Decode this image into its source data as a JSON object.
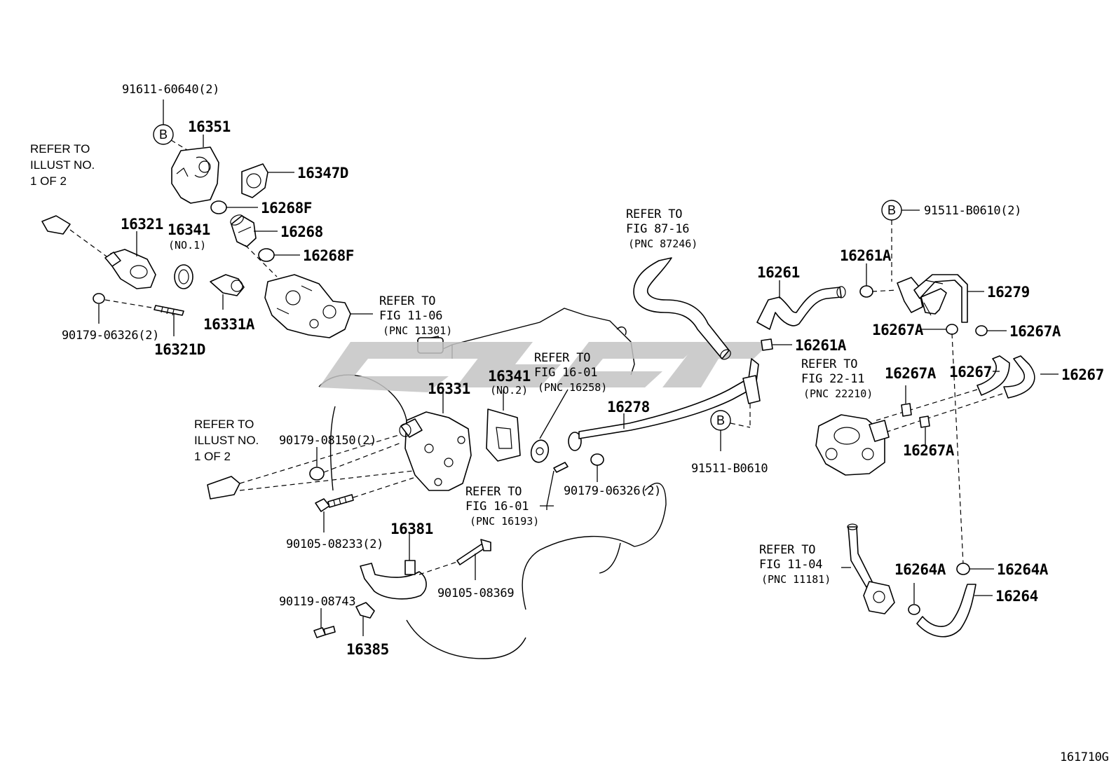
{
  "diagram_id": "161710G",
  "watermark": "",
  "refs": {
    "r1": [
      "REFER TO",
      "ILLUST NO.",
      "1 OF 2"
    ],
    "r2": [
      "REFER TO",
      "ILLUST NO.",
      "1 OF 2"
    ],
    "r3": [
      "REFER TO",
      "FIG 11-06",
      "(PNC 11301)"
    ],
    "r4": [
      "REFER TO",
      "FIG 16-01",
      "(PNC 16258)"
    ],
    "r5": [
      "REFER TO",
      "FIG 16-01",
      "(PNC 16193)"
    ],
    "r6": [
      "REFER TO",
      "FIG 87-16",
      "(PNC 87246)"
    ],
    "r7": [
      "REFER TO",
      "FIG 22-11",
      "(PNC 22210)"
    ],
    "r8": [
      "REFER TO",
      "FIG 11-04",
      "(PNC 11181)"
    ]
  },
  "parts": {
    "p91611": "91611-60640(2)",
    "p16351": "16351",
    "p16347D": "16347D",
    "p16268F_a": "16268F",
    "p16268": "16268",
    "p16268F_b": "16268F",
    "p16321": "16321",
    "p16341_1": "16341",
    "p16341_1s": "(NO.1)",
    "p16331A": "16331A",
    "p90179a": "90179-06326(2)",
    "p16321D": "16321D",
    "p16331": "16331",
    "p16341_2": "16341",
    "p16341_2s": "(NO.2)",
    "p90179b": "90179-08150(2)",
    "p90105a": "90105-08233(2)",
    "p16381": "16381",
    "p90105b": "90105-08369",
    "p90119": "90119-08743",
    "p16385": "16385",
    "p16278": "16278",
    "p90179c": "90179-06326(2)",
    "p91511a": "91511-B0610",
    "p91511b": "91511-B0610(2)",
    "p16261": "16261",
    "p16261A_a": "16261A",
    "p16261A_b": "16261A",
    "p16279": "16279",
    "p16267A_a": "16267A",
    "p16267A_b": "16267A",
    "p16267A_c": "16267A",
    "p16267A_d": "16267A",
    "p16267_a": "16267",
    "p16267_b": "16267",
    "p16264A_a": "16264A",
    "p16264A_b": "16264A",
    "p16264": "16264"
  },
  "badges": {
    "b1": "B",
    "b2": "B",
    "b3": "B"
  }
}
